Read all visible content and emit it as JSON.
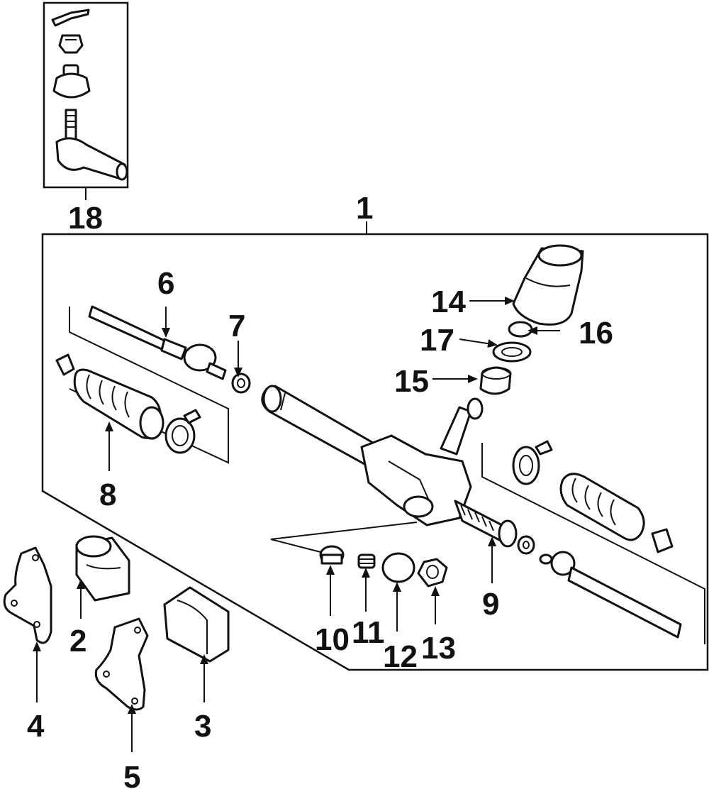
{
  "diagram": {
    "callouts": {
      "c1": "1",
      "c2": "2",
      "c3": "3",
      "c4": "4",
      "c5": "5",
      "c6": "6",
      "c7": "7",
      "c8": "8",
      "c9": "9",
      "c10": "10",
      "c11": "11",
      "c12": "12",
      "c13": "13",
      "c14": "14",
      "c15": "15",
      "c16": "16",
      "c17": "17",
      "c18": "18"
    },
    "colors": {
      "ink": "#111111",
      "paper": "#ffffff"
    }
  }
}
